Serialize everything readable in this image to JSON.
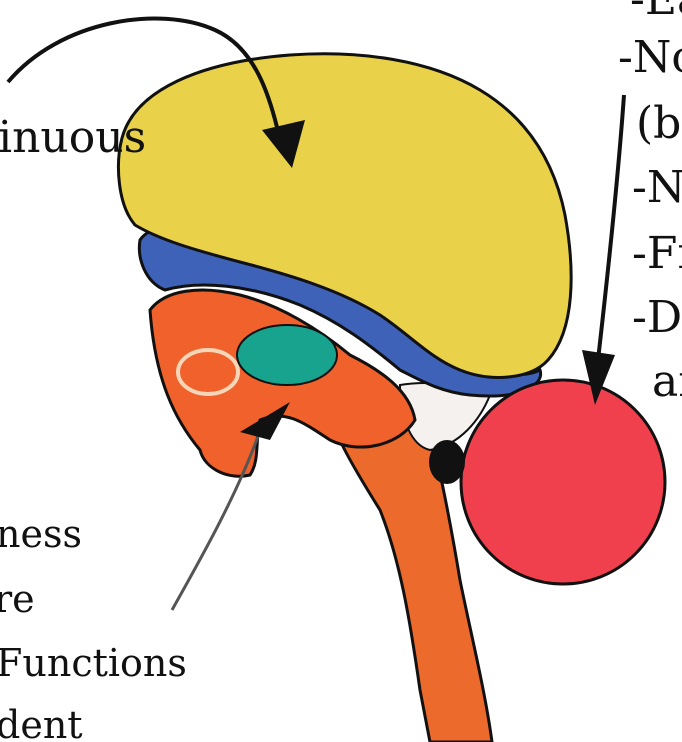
{
  "colors": {
    "cerebrum": "#e9d24a",
    "cerebrum_shade": "#c9a92a",
    "limbic": "#3e62b8",
    "pons": "#f0612c",
    "thalamus": "#17a38e",
    "cerebellum": "#f0404e",
    "stem": "#ec6b2c",
    "outline": "#111111"
  },
  "labels": {
    "left": [
      {
        "text": "inuous"
      },
      {
        "text": "ness"
      },
      {
        "text": "re"
      },
      {
        "text": "Functions"
      },
      {
        "text": "dent"
      }
    ],
    "right": [
      {
        "text": "-Ea"
      },
      {
        "text": "-No"
      },
      {
        "text": "(b"
      },
      {
        "text": "-N"
      },
      {
        "text": "-Fr"
      },
      {
        "text": "-D"
      },
      {
        "text": "ar"
      }
    ]
  }
}
